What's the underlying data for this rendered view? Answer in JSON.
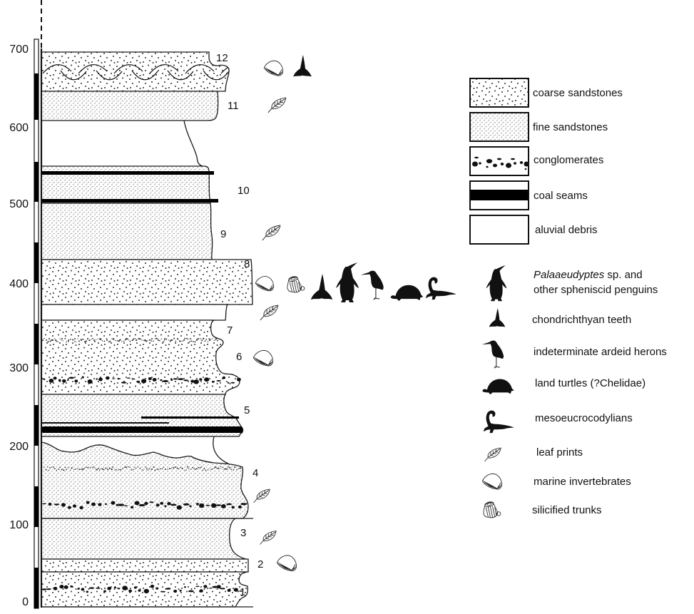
{
  "figure": {
    "kind": "stratigraphic column",
    "colors": {
      "ink": "#111111",
      "background": "#ffffff",
      "fine_dots": "#555555"
    }
  },
  "scale": {
    "ticks": [
      {
        "label": "0",
        "value": 0
      },
      {
        "label": "100",
        "value": 100
      },
      {
        "label": "200",
        "value": 200
      },
      {
        "label": "300",
        "value": 300
      },
      {
        "label": "400",
        "value": 400
      },
      {
        "label": "500",
        "value": 500
      },
      {
        "label": "600",
        "value": 600
      },
      {
        "label": "700",
        "value": 700
      }
    ],
    "segment_interval": 50,
    "max": 700
  },
  "layers": [
    {
      "number": "1",
      "lithology": "coarse sandstones",
      "from": 0,
      "to": 45,
      "features": [
        "conglomerate band"
      ],
      "fossils": []
    },
    {
      "number": "2",
      "lithology": "coarse sandstones",
      "from": 45,
      "to": 60,
      "features": [],
      "fossils": [
        "marine invertebrates"
      ]
    },
    {
      "number": "3",
      "lithology": "fine sandstones",
      "from": 60,
      "to": 110,
      "features": [],
      "fossils": [
        "leaf prints"
      ]
    },
    {
      "number": "4",
      "lithology": "fine sandstones",
      "from": 110,
      "to": 205,
      "features": [
        "conglomerate band",
        "fine dotted horizon"
      ],
      "fossils": [
        "leaf prints"
      ]
    },
    {
      "number": "5",
      "lithology": "fine sandstones",
      "from": 210,
      "to": 265,
      "features": [
        "coal seams"
      ],
      "fossils": []
    },
    {
      "number": "6",
      "lithology": "coarse sandstones",
      "from": 265,
      "to": 330,
      "features": [
        "conglomerate band"
      ],
      "fossils": [
        "marine invertebrates"
      ]
    },
    {
      "number": "7",
      "lithology": "coarse sandstones",
      "from": 330,
      "to": 355,
      "features": [
        "fine dotted horizon"
      ],
      "fossils": [
        "leaf prints"
      ]
    },
    {
      "number": "8",
      "lithology": "coarse sandstones",
      "from": 375,
      "to": 430,
      "features": [],
      "fossils": [
        "marine invertebrates",
        "silicified trunks",
        "chondrichthyan teeth",
        "Palaaeudyptes sp. and other spheniscid penguins",
        "indeterminate ardeid herons",
        "land turtles (?Chelidae)",
        "mesoeucrocodylians"
      ]
    },
    {
      "number": "9",
      "lithology": "fine sandstones",
      "from": 430,
      "to": 500,
      "features": [],
      "fossils": [
        "leaf prints"
      ]
    },
    {
      "number": "10",
      "lithology": "fine sandstones",
      "from": 500,
      "to": 548,
      "features": [
        "coal seams"
      ],
      "fossils": []
    },
    {
      "number": "11",
      "lithology": "fine sandstones",
      "from": 608,
      "to": 645,
      "features": [],
      "fossils": [
        "leaf prints"
      ]
    },
    {
      "number": "12",
      "lithology": "coarse sandstones",
      "from": 645,
      "to": 695,
      "features": [
        "cross-bedding"
      ],
      "fossils": [
        "marine invertebrates",
        "chondrichthyan teeth"
      ]
    }
  ],
  "alluvial_intervals": [
    {
      "from": 205,
      "to": 210
    },
    {
      "from": 355,
      "to": 375
    },
    {
      "from": 548,
      "to": 608
    }
  ],
  "legend": {
    "lithology": [
      {
        "key": "coarse",
        "label": "coarse sandstones"
      },
      {
        "key": "fine",
        "label": "fine sandstones"
      },
      {
        "key": "conglomerate",
        "label": "conglomerates"
      },
      {
        "key": "coal",
        "label": "coal seams"
      },
      {
        "key": "alluvial",
        "label": "aluvial debris"
      }
    ],
    "fossils": [
      {
        "icon": "penguin-icon",
        "label_italic": "Palaaeudyptes",
        "label": " sp. and",
        "label_line2": "other spheniscid penguins"
      },
      {
        "icon": "shark-tooth-icon",
        "label": "chondrichthyan teeth"
      },
      {
        "icon": "heron-icon",
        "label": "indeterminate ardeid herons"
      },
      {
        "icon": "turtle-icon",
        "label": "land turtles (?Chelidae)"
      },
      {
        "icon": "crocodile-icon",
        "label": "mesoeucrocodylians"
      },
      {
        "icon": "leaf-icon",
        "label": "leaf prints"
      },
      {
        "icon": "shell-icon",
        "label": "marine invertebrates"
      },
      {
        "icon": "trunk-icon",
        "label": "silicified trunks"
      }
    ]
  }
}
